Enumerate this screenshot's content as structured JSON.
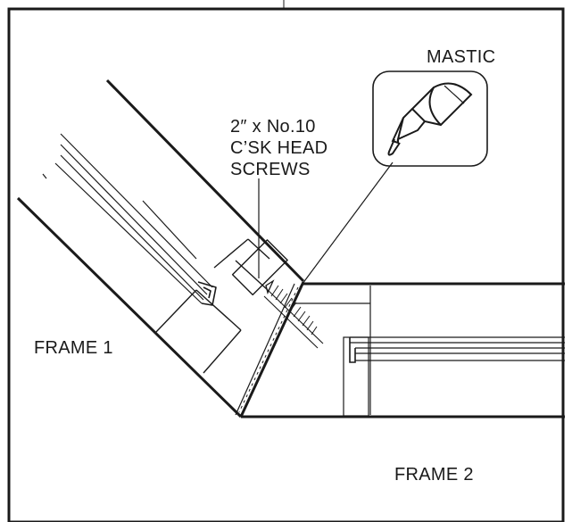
{
  "labels": {
    "mastic": "MASTIC",
    "screws_line1": "2″ x No.10",
    "screws_line2": "C’SK HEAD",
    "screws_line3": "SCREWS",
    "frame1": "FRAME 1",
    "frame2": "FRAME 2"
  },
  "icons": {
    "inset": "mastic-cartridge-nozzle-icon"
  },
  "colors": {
    "line": "#1a1a1a",
    "background": "#ffffff"
  }
}
